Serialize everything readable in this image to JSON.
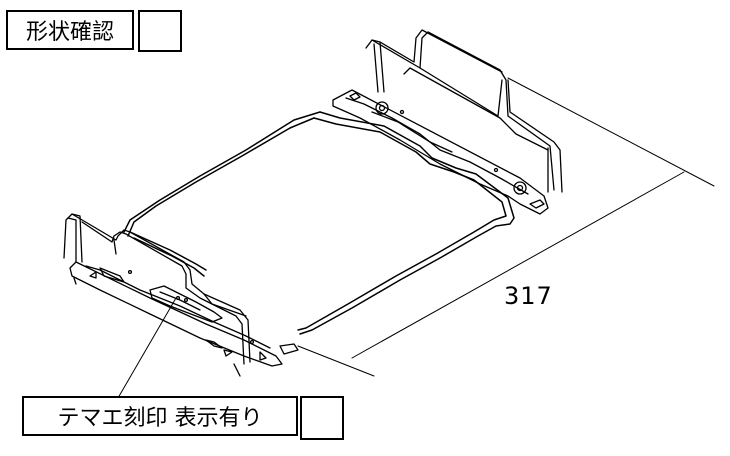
{
  "header": {
    "title": "形状確認"
  },
  "footer": {
    "engraving_note": "テマエ刻印 表示有り"
  },
  "drawing": {
    "dimension_label": "317",
    "line_color": "#000000"
  }
}
